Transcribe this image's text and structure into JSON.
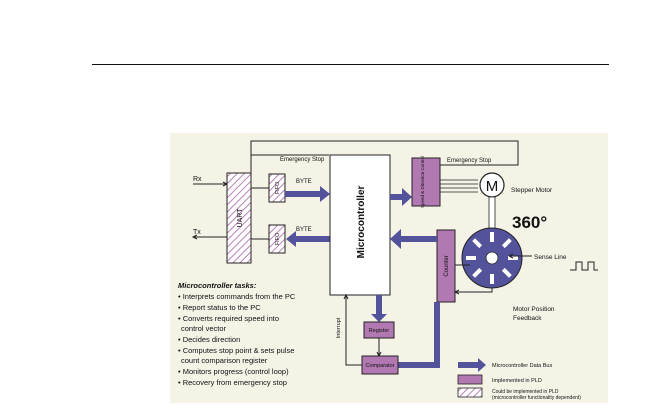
{
  "diagram": {
    "labels": {
      "emergency_stop_top": "Emergency Stop",
      "emergency_stop_right": "Emergency Stop",
      "rx": "Rx",
      "tx": "Tx",
      "uart": "UART",
      "fifo_top": "FIFO",
      "fifo_bottom": "FIFO",
      "byte_top": "BYTE",
      "byte_bottom": "BYTE",
      "microcontroller": "Microcontroller",
      "driver": "Speed & Direction Control",
      "motor_symbol": "M",
      "stepper_motor": "Stepper Motor",
      "degrees": "360°",
      "sense_line": "Sense Line",
      "counter": "Counter",
      "motor_position": "Motor Position",
      "feedback": "Feedback",
      "register": "Register",
      "comparator": "Comparator",
      "interrupt": "Interrupt"
    },
    "tasks": {
      "heading": "Microcontroller tasks:",
      "items": [
        "• Interprets commands from the PC",
        "• Report status to the PC",
        "• Converts required speed into",
        "control vector",
        "• Decides direction",
        "• Computes stop point & sets pulse",
        "count comparison register",
        "• Monitors progress (control loop)",
        "• Recovery from emergency stop"
      ]
    },
    "legend": {
      "data_bus": "Microcontroller Data Bus",
      "pld": "Implemented in PLD",
      "maybe_pld_1": "Could be implemented in PLD",
      "maybe_pld_2": "(microcontroller functionality dependent)"
    },
    "colors": {
      "panel_bg": "#f5f2e6",
      "bus": "#52539a",
      "pld": "#b278b2",
      "hatch": "#b583b5",
      "box": "#ffffff",
      "line": "#222222"
    }
  }
}
